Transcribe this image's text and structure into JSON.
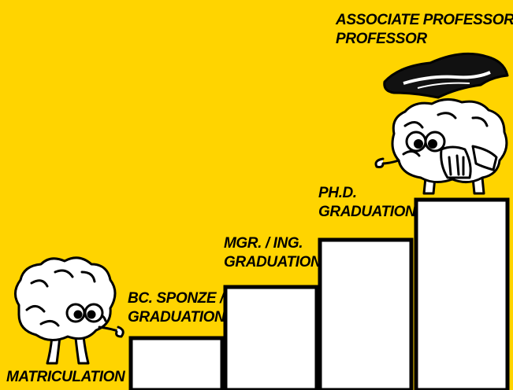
{
  "stages": [
    {
      "id": "matriculation",
      "lines": [
        "Matriculation"
      ]
    },
    {
      "id": "bachelor",
      "lines": [
        "Bc. Sponze /",
        "Graduation"
      ]
    },
    {
      "id": "master",
      "lines": [
        "Mgr. / Ing.",
        "Graduation"
      ]
    },
    {
      "id": "phd",
      "lines": [
        "Ph.D.",
        "Graduation"
      ]
    },
    {
      "id": "professor",
      "lines": [
        "Associate Professor /",
        "Professor"
      ]
    }
  ],
  "colors": {
    "background": "#FFD400",
    "step_fill": "#FFFFFF",
    "outline": "#000000"
  },
  "icons": [
    "brain-student-icon",
    "brain-professor-icon",
    "tricorn-hat-icon"
  ]
}
